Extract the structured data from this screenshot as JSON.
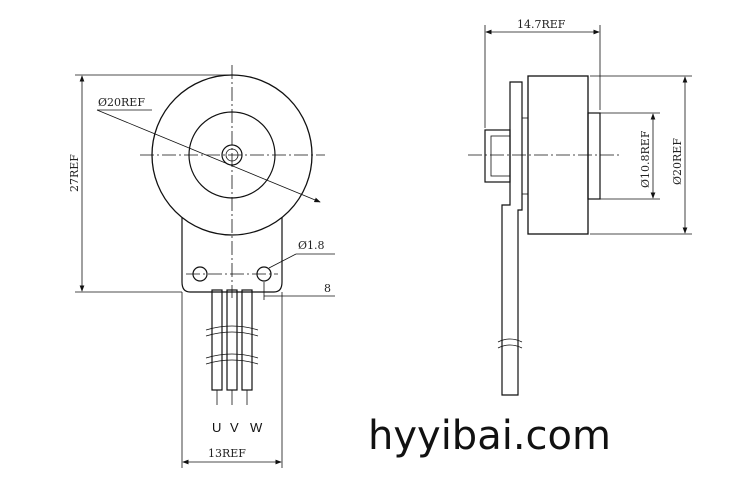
{
  "front_view": {
    "outer_diameter": "Ø20REF",
    "height": "27REF",
    "hole_diameter": "Ø1.8",
    "dim_8": "8",
    "width": "13REF",
    "pins": [
      "U",
      "V",
      "W"
    ]
  },
  "side_view": {
    "length": "14.7REF",
    "inner_diameter": "Ø10.8REF",
    "outer_diameter": "Ø20REF"
  },
  "watermark": "hyyibai.com"
}
